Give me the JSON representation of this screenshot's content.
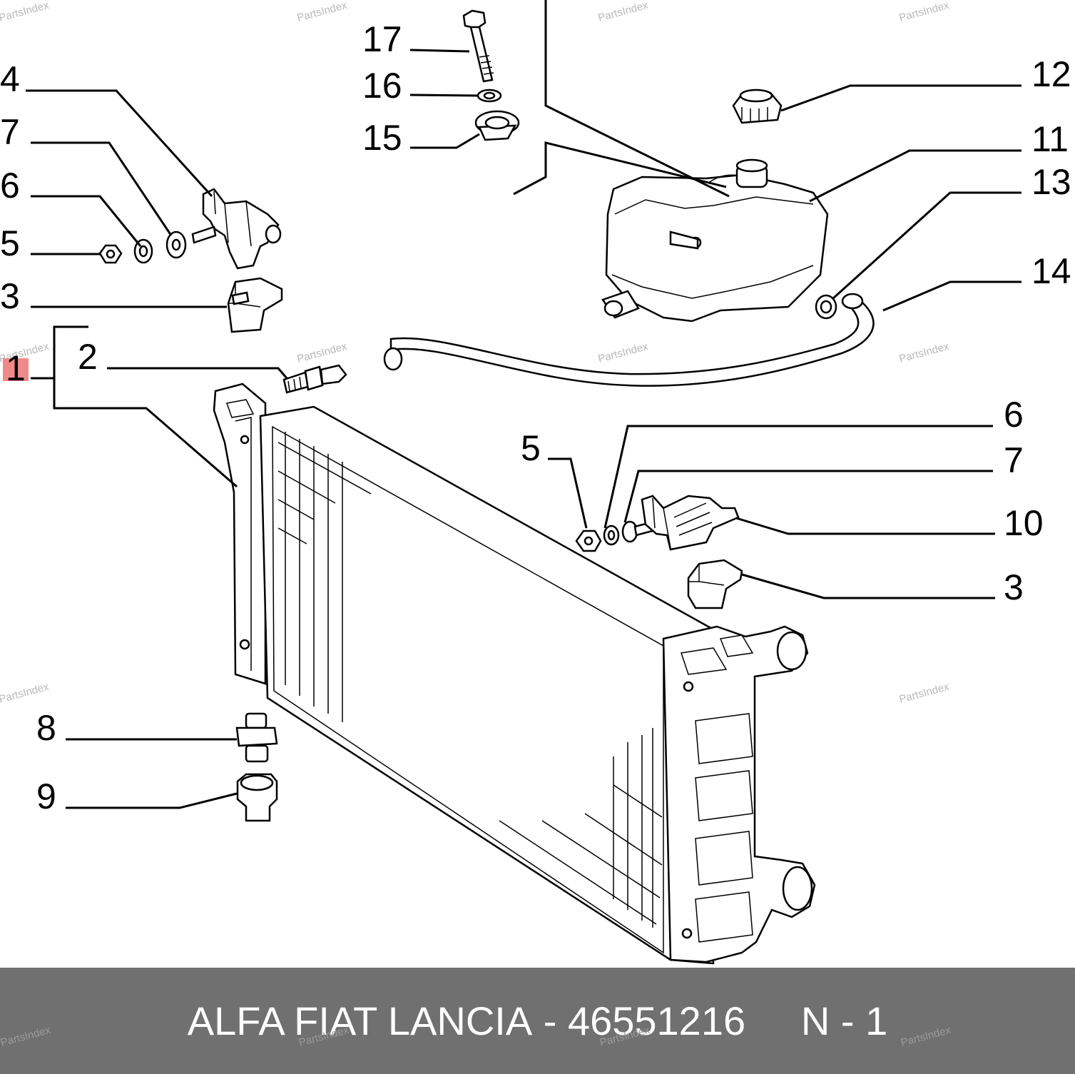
{
  "watermark": "PartsIndex",
  "callouts": {
    "c17": "17",
    "c16": "16",
    "c15": "15",
    "c12": "12",
    "c11": "11",
    "c13": "13",
    "c14": "14",
    "c4": "4",
    "c7a": "7",
    "c6a": "6",
    "c5a": "5",
    "c3a": "3",
    "c1": "1",
    "c2": "2",
    "c6b": "6",
    "c5b": "5",
    "c7b": "7",
    "c10": "10",
    "c3b": "3",
    "c8": "8",
    "c9": "9"
  },
  "highlight": {
    "part": "1",
    "color": "#f08a8a"
  },
  "footer": {
    "brand": "ALFA FIAT LANCIA",
    "separator": "-",
    "part_number": "46551216",
    "ref": "N - 1",
    "background": "#707070"
  }
}
